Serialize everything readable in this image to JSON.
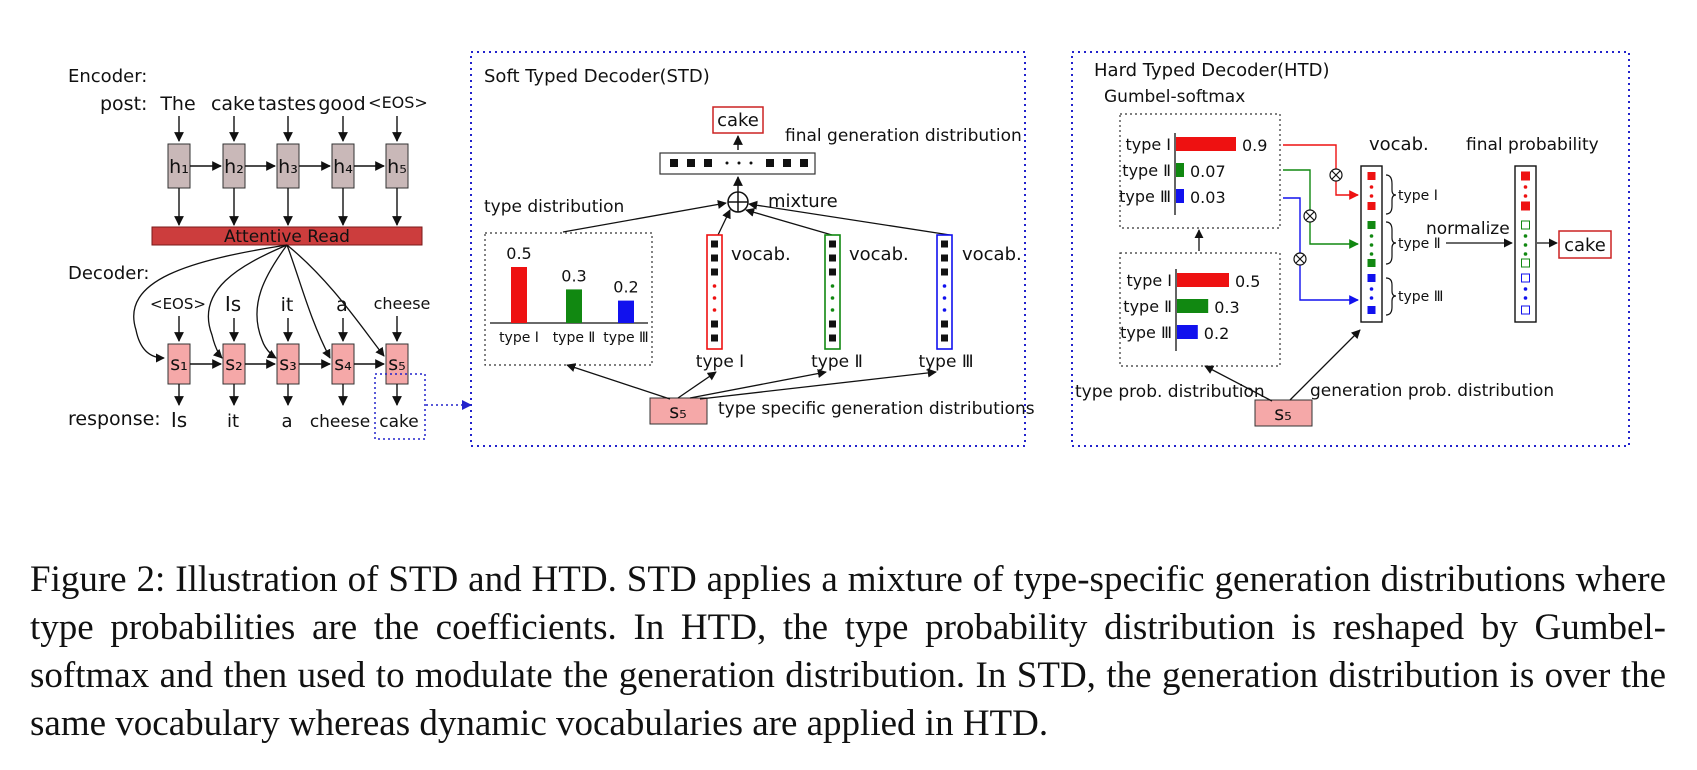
{
  "colors": {
    "type1": "#ee1111",
    "type2": "#118811",
    "type3": "#1111ee",
    "hidden_box": "#c9b8b8",
    "decoder_box": "#f5a8a8",
    "attentive_bar": "#cc3d3d",
    "panel_border": "#2222cc"
  },
  "encoder": {
    "title": "Encoder:",
    "post_label": "post:",
    "post_words": [
      "The",
      "cake",
      "tastes",
      "good",
      "<EOS>"
    ],
    "hidden_states": [
      "h₁",
      "h₂",
      "h₃",
      "h₄",
      "h₅"
    ],
    "attentive_read": "Attentive Read"
  },
  "decoder": {
    "title": "Decoder:",
    "inputs": [
      "<EOS>",
      "Is",
      "it",
      "a",
      "cheese"
    ],
    "states": [
      "s₁",
      "s₂",
      "s₃",
      "s₄",
      "s₅"
    ],
    "response_label": "response:",
    "outputs": [
      "Is",
      "it",
      "a",
      "cheese",
      "cake"
    ]
  },
  "std": {
    "title": "Soft Typed Decoder(STD)",
    "output_word": "cake",
    "final_label": "final generation distribution",
    "mixture_label": "mixture",
    "type_dist_label": "type distribution",
    "type_bars": [
      {
        "label": "type Ⅰ",
        "value": "0.5",
        "p": 0.5
      },
      {
        "label": "type Ⅱ",
        "value": "0.3",
        "p": 0.3
      },
      {
        "label": "type Ⅲ",
        "value": "0.2",
        "p": 0.2
      }
    ],
    "vocab_label": "vocab.",
    "vocab_types": [
      "type Ⅰ",
      "type Ⅱ",
      "type Ⅲ"
    ],
    "state": "s₅",
    "specific_label": "type specific generation distributions"
  },
  "htd": {
    "title": "Hard Typed Decoder(HTD)",
    "gumbel_label": "Gumbel-softmax",
    "gumbel_bars": [
      {
        "label": "type Ⅰ",
        "value": "0.9",
        "p": 0.9
      },
      {
        "label": "type Ⅱ",
        "value": "0.07",
        "p": 0.07
      },
      {
        "label": "type Ⅲ",
        "value": "0.03",
        "p": 0.03
      }
    ],
    "prob_bars": [
      {
        "label": "type Ⅰ",
        "value": "0.5",
        "p": 0.5
      },
      {
        "label": "type Ⅱ",
        "value": "0.3",
        "p": 0.3
      },
      {
        "label": "type Ⅲ",
        "value": "0.2",
        "p": 0.2
      }
    ],
    "vocab_label": "vocab.",
    "brace_labels": [
      "type Ⅰ",
      "type Ⅱ",
      "type Ⅲ"
    ],
    "normalize_label": "normalize",
    "final_prob_label": "final probability",
    "output_word": "cake",
    "type_prob_label": "type prob. distribution",
    "gen_prob_label": "generation prob. distribution",
    "state": "s₅"
  },
  "caption": "Figure 2: Illustration of STD and HTD. STD applies a mixture of type-specific generation distributions where type probabilities are the coefficients.  In HTD, the type probability distribution is reshaped by Gumbel-softmax and then used to modulate the generation distribution. In STD, the generation distribution is over the same vocabulary whereas dynamic vocabularies are applied in HTD."
}
